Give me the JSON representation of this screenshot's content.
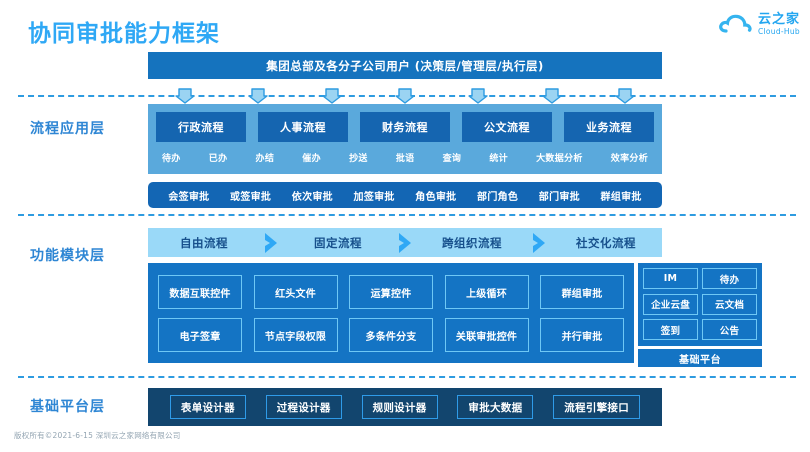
{
  "header": {
    "title": "协同审批能力框架",
    "logo_cn": "云之家",
    "logo_en": "Cloud-Hub",
    "logo_icon": "cloud-icon"
  },
  "banner": {
    "text": "集团总部及各分子公司用户 (决策层/管理层/执行层)",
    "arrow_count": 7
  },
  "layers": [
    {
      "id": "process-application",
      "label": "流程应用层"
    },
    {
      "id": "functional-module",
      "label": "功能模块层"
    },
    {
      "id": "base-platform",
      "label": "基础平台层"
    }
  ],
  "process_layer": {
    "cards": [
      "行政流程",
      "人事流程",
      "财务流程",
      "公文流程",
      "业务流程"
    ],
    "sub_items": [
      "待办",
      "已办",
      "办结",
      "催办",
      "抄送",
      "批语",
      "查询",
      "统计",
      "大数据分析",
      "效率分析"
    ],
    "approvals": [
      "会签审批",
      "或签审批",
      "依次审批",
      "加签审批",
      "角色审批",
      "部门角色",
      "部门审批",
      "群组审批"
    ]
  },
  "module_layer": {
    "flow_types": [
      "自由流程",
      "固定流程",
      "跨组织流程",
      "社交化流程"
    ],
    "controls_row1": [
      "数据互联控件",
      "红头文件",
      "运算控件",
      "上级循环",
      "群组审批"
    ],
    "controls_row2": [
      "电子签章",
      "节点字段权限",
      "多条件分支",
      "关联审批控件",
      "并行审批"
    ],
    "side_apps": [
      "IM",
      "待办",
      "企业云盘",
      "云文档",
      "签到",
      "公告"
    ],
    "platform_strip": "基础平台"
  },
  "base_layer": {
    "items": [
      "表单设计器",
      "过程设计器",
      "规则设计器",
      "审批大数据",
      "流程引擎接口"
    ]
  },
  "footer": {
    "text": "版权所有©2021-6-15 深圳云之家网络有限公司"
  },
  "colors": {
    "title_blue": "#2FA8F5",
    "banner_blue": "#1573BE",
    "layer1_bg": "#5AA9DC",
    "card_blue": "#1565B0",
    "flowbar_blue": "#9AD9F8",
    "module_blue": "#1474C4",
    "base_navy": "#12456E",
    "accent_line": "#2E9BE0"
  }
}
